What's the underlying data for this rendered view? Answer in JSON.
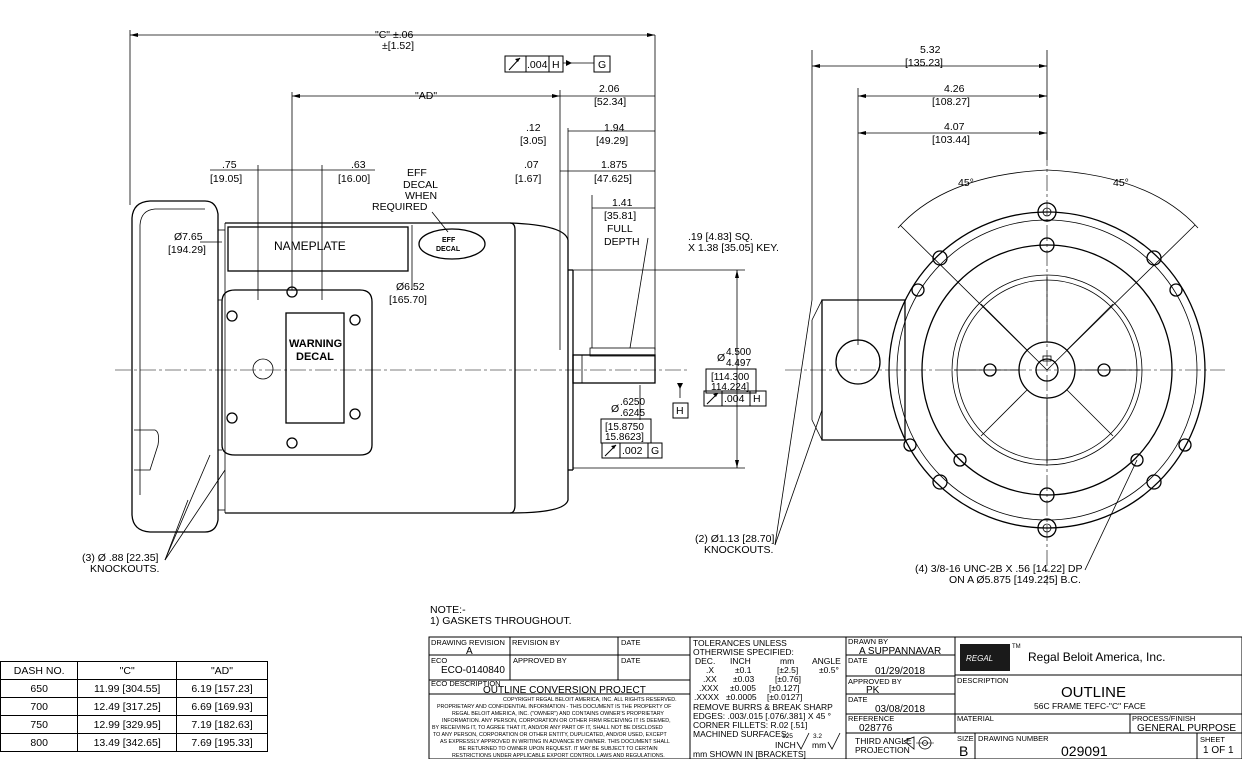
{
  "dimensions": {
    "c_label": "\"C\" ±.06",
    "c_metric": "±[1.52]",
    "ad_label": "\"AD\"",
    "fcf_runout_val": ".004",
    "fcf_runout_datum": "H",
    "datum_g": "G",
    "d206": "2.06",
    "d206m": "[52.34]",
    "d012": ".12",
    "d012m": "[3.05]",
    "d194": "1.94",
    "d194m": "[49.29]",
    "d007": ".07",
    "d007m": "[1.67]",
    "d1875": "1.875",
    "d1875m": "[47.625]",
    "d141": "1.41",
    "d141m": "[35.81]",
    "full": "FULL",
    "depth": "DEPTH",
    "d075": ".75",
    "d075m": "[19.05]",
    "d063": ".63",
    "d063m": "[16.00]",
    "eff1": "EFF",
    "eff2": "DECAL",
    "eff3": "WHEN",
    "eff4": "REQUIRED",
    "dia765": "Ø7.65",
    "dia765m": "[194.29]",
    "nameplate": "NAMEPLATE",
    "eff_decal_top": "EFF",
    "eff_decal_bot": "DECAL",
    "dia652": "Ø6.52",
    "dia652m": "[165.70]",
    "warning1": "WARNING",
    "warning2": "DECAL",
    "key1": ".19 [4.83] SQ.",
    "key2": "X 1.38 [35.05] KEY.",
    "pilot_dia": "Ø",
    "pilot_hi": "4.500",
    "pilot_lo": "4.497",
    "pilot_m1": "[114.300",
    "pilot_m2": "114.224]",
    "fcf2_val": ".004",
    "fcf2_datum": "H",
    "datum_h": "H",
    "shaft_dia": "Ø",
    "shaft_hi": ".6250",
    "shaft_lo": ".6245",
    "shaft_m1": "[15.8750",
    "shaft_m2": "15.8623]",
    "fcf3_val": ".002",
    "fcf3_datum": "G",
    "ko3_1": "(3) Ø .88 [22.35]",
    "ko3_2": "KNOCKOUTS.",
    "ko2_1": "(2) Ø1.13 [28.70]",
    "ko2_2": "KNOCKOUTS.",
    "d532": "5.32",
    "d532m": "[135.23]",
    "d426": "4.26",
    "d426m": "[108.27]",
    "d407": "4.07",
    "d407m": "[103.44]",
    "ang_left": "45°",
    "ang_right": "45°",
    "bolt1": "(4) 3/8-16 UNC-2B X .56 [14.22] DP",
    "bolt2": "ON A Ø5.875 [149.225] B.C."
  },
  "notes": {
    "title": "NOTE:-",
    "line1": "1) GASKETS THROUGHOUT."
  },
  "dash_table": {
    "headers": [
      "DASH NO.",
      "\"C\"",
      "\"AD\""
    ],
    "rows": [
      [
        "650",
        "11.99 [304.55]",
        "6.19 [157.23]"
      ],
      [
        "700",
        "12.49 [317.25]",
        "6.69 [169.93]"
      ],
      [
        "750",
        "12.99 [329.95]",
        "7.19 [182.63]"
      ],
      [
        "800",
        "13.49 [342.65]",
        "7.69 [195.33]"
      ]
    ]
  },
  "title_block": {
    "drawing_revision_label": "DRAWING REVISION",
    "drawing_revision": "A",
    "revision_by_label": "REVISION BY",
    "date_label_1": "DATE",
    "eco_label": "ECO",
    "eco": "ECO-0140840",
    "approved_by_label_1": "APPROVED BY",
    "date_label_2": "DATE",
    "eco_desc_label": "ECO DESCRIPTION",
    "eco_desc": "OUTLINE CONVERSION PROJECT",
    "copyright": [
      "COPYRIGHT REGAL BELOIT AMERICA, INC. ALL RIGHTS RESERVED.",
      "PROPRIETARY AND CONFIDENTIAL INFORMATION - THIS DOCUMENT IS THE PROPERTY OF",
      "REGAL BELOIT AMERICA, INC. (\"OWNER\") AND CONTAINS OWNER'S PROPRIETARY",
      "INFORMATION. ANY PERSON, CORPORATION OR OTHER FIRM RECEIVING IT IS DEEMED,",
      "BY RECEIVING IT, TO AGREE THAT IT, AND/OR ANY PART OF IT, SHALL NOT BE DISCLOSED",
      "TO ANY PERSON, CORPORATION OR OTHER ENTITY, DUPLICATED, AND/OR USED, EXCEPT",
      "AS EXPRESSLY APPROVED IN WRITING IN ADVANCE BY OWNER. THIS DOCUMENT SHALL",
      "BE RETURNED TO OWNER UPON REQUEST. IT MAY BE SUBJECT TO CERTAIN",
      "RESTRICTIONS UNDER APPLICABLE EXPORT CONTROL LAWS AND REGULATIONS."
    ],
    "tol_title1": "TOLERANCES UNLESS",
    "tol_title2": "OTHERWISE SPECIFIED:",
    "tol_dec": "DEC.",
    "tol_inch": "INCH",
    "tol_mm": "mm",
    "tol_angle": "ANGLE",
    "tol_angle_val": "±0.5°",
    "tol_rows": [
      [
        ".X",
        "±0.1",
        "[±2.5]"
      ],
      [
        ".XX",
        "±0.03",
        "[±0.76]"
      ],
      [
        ".XXX",
        "±0.005",
        "[±0.127]"
      ],
      [
        ".XXXX",
        "±0.0005",
        "[±0.0127]"
      ]
    ],
    "burrs": "REMOVE BURRS & BREAK SHARP",
    "edges": "EDGES: .003/.015 [.076/.381] X 45 °",
    "fillets": "CORNER FILLETS:  R.02 [.51]",
    "machined": "MACHINED SURFACES:",
    "ms_125": "125",
    "ms_32": "3.2",
    "ms_inch": "INCH",
    "ms_mm": "mm",
    "mm_shown": "mm SHOWN IN  [BRACKETS]",
    "drawn_by_label": "DRAWN BY",
    "drawn_by": "A SUPPANNAVAR",
    "date_label_3": "DATE",
    "drawn_date": "01/29/2018",
    "approved_by_label_2": "APPROVED BY",
    "approved_by": "PK",
    "date_label_4": "DATE",
    "approved_date": "03/08/2018",
    "reference_label": "REFERENCE",
    "reference": "028776",
    "third_angle1": "THIRD ANGLE",
    "third_angle2": "PROJECTION",
    "logo_text": "REGAL",
    "tm": "TM",
    "company": "Regal Beloit America, Inc.",
    "description_label": "DESCRIPTION",
    "description": "OUTLINE",
    "description_sub": "56C FRAME TEFC-\"C\" FACE",
    "material_label": "MATERIAL",
    "process_label": "PROCESS/FINISH",
    "process": "GENERAL PURPOSE",
    "size_label": "SIZE",
    "size": "B",
    "drawing_number_label": "DRAWING NUMBER",
    "drawing_number": "029091",
    "sheet_label": "SHEET",
    "sheet": "1 OF 1"
  },
  "icons": {
    "runout": "runout-arrow-icon",
    "projection": "third-angle-projection-icon",
    "surface": "surface-finish-check-icon"
  }
}
